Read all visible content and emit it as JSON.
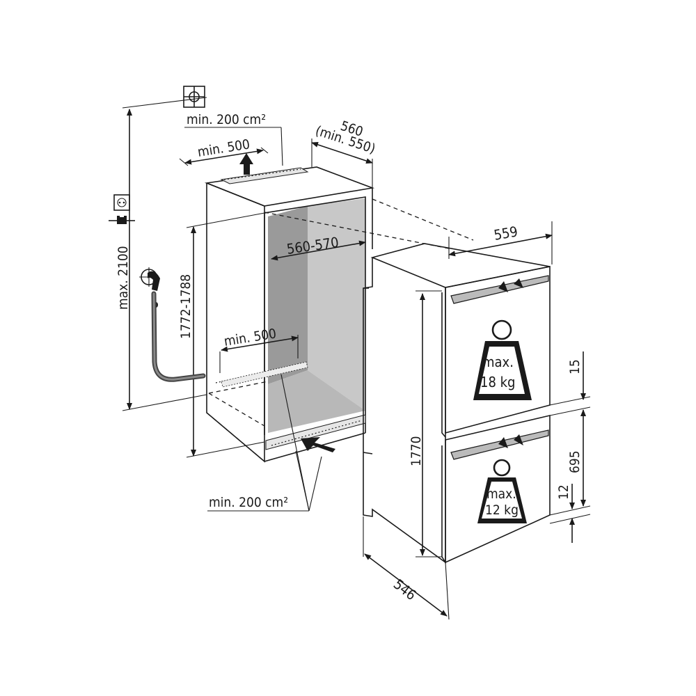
{
  "labels": {
    "vent_top_area": "min. 200 cm²",
    "vent_top_depth": "min. 500",
    "niche_depth_line1": "560",
    "niche_depth_line2": "(min. 550)",
    "niche_width": "560-570",
    "max_height": "max. 2100",
    "niche_height": "1772-1788",
    "inner_min_depth": "min. 500",
    "vent_bottom_area": "min. 200 cm²",
    "appliance_width": "559",
    "appliance_height": "1770",
    "appliance_depth": "546",
    "gap_top": "15",
    "drawer_height": "695",
    "gap_bottom": "12"
  },
  "load_limits": {
    "upper_compartment": {
      "line1": "max.",
      "line2": "18 kg"
    },
    "lower_compartment": {
      "line1": "max.",
      "line2": "12 kg"
    }
  },
  "colors": {
    "ink": "#1a1a1a",
    "niche_wall": "#9a9a9a",
    "niche_back": "#c8c8c8",
    "vent_fill": "#e6e6e6"
  },
  "icons": [
    "ventilation-symbol-icon",
    "socket-icon",
    "plug-icon",
    "water-tap-icon",
    "weight-icon"
  ]
}
